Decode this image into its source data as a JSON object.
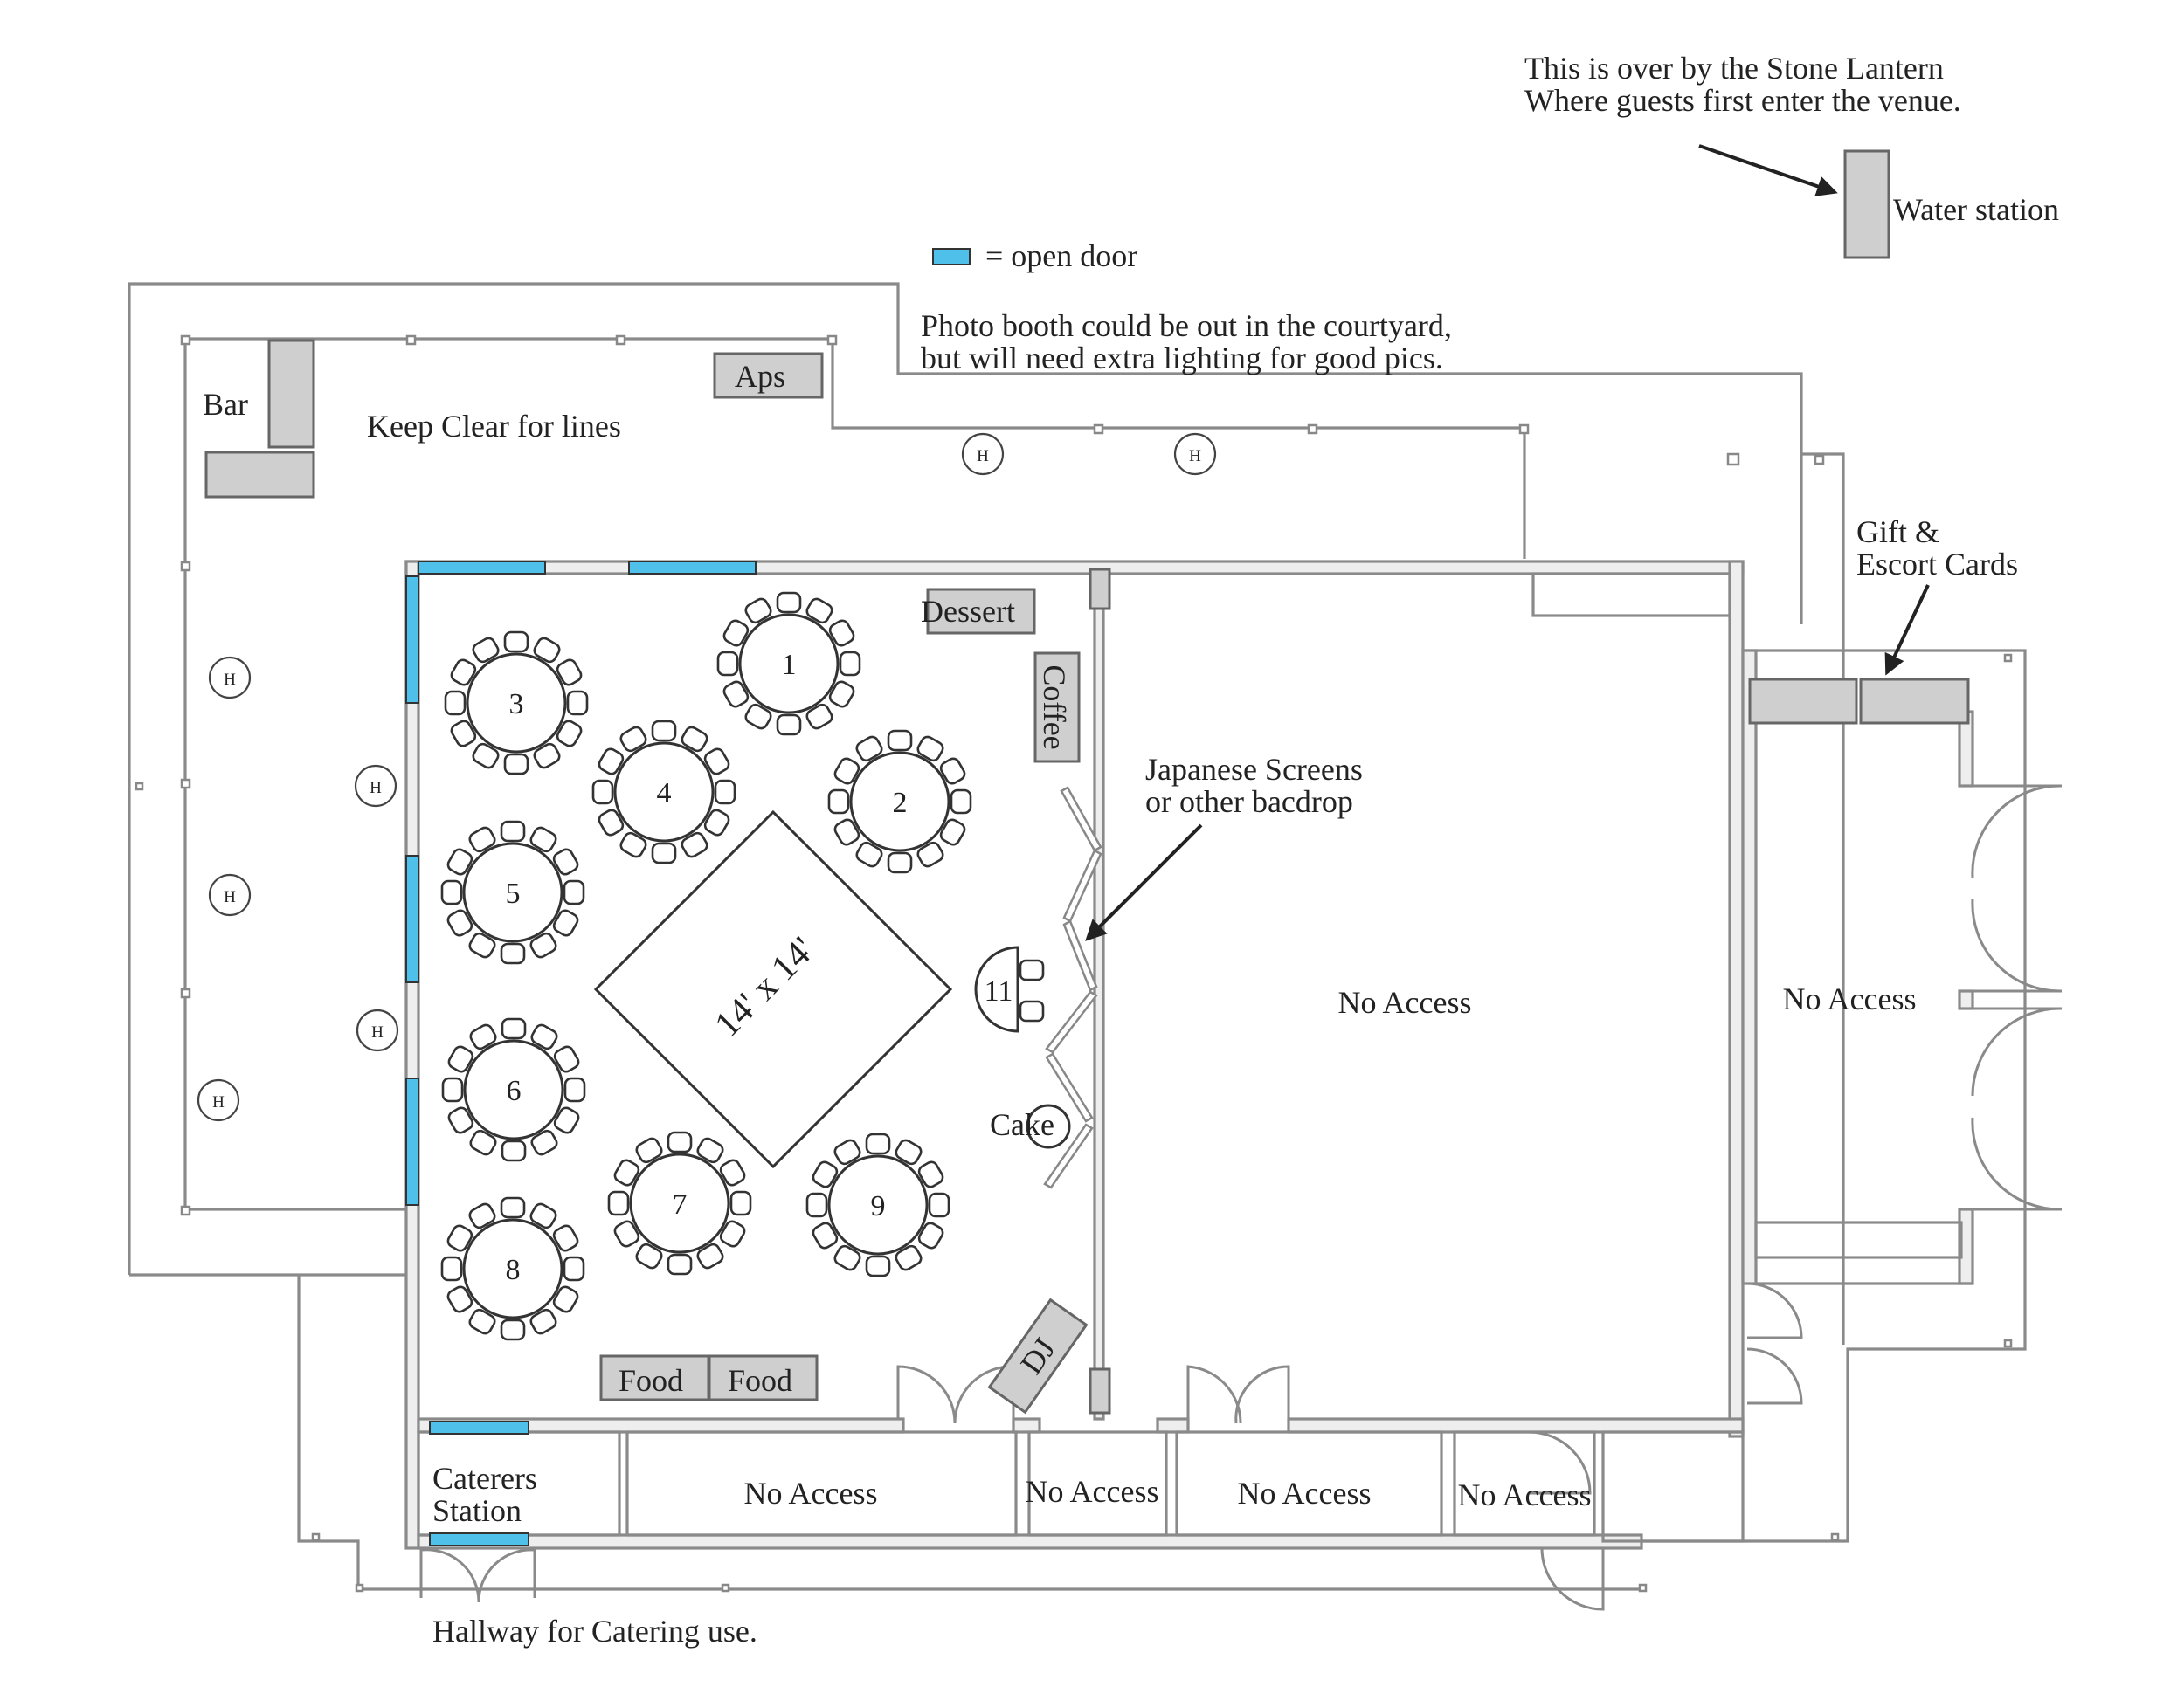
{
  "notes": {
    "lantern_line1": "This is over by the Stone Lantern",
    "lantern_line2": "Where guests first enter the venue.",
    "water_station": "Water station",
    "legend_open_door": "= open door",
    "photo_booth_line1": "Photo booth could be out in the courtyard,",
    "photo_booth_line2": "but will need extra lighting for good pics.",
    "keep_clear": "Keep Clear for lines",
    "gift_line1": "Gift &",
    "gift_line2": "Escort Cards",
    "screens_line1": "Japanese Screens",
    "screens_line2": "or other bacdrop",
    "hallway": "Hallway for Catering use."
  },
  "stations": {
    "bar": "Bar",
    "aps": "Aps",
    "dessert": "Dessert",
    "coffee": "Coffee",
    "cake": "Cake",
    "dj": "DJ",
    "food_1": "Food",
    "food_2": "Food",
    "caterers_line1": "Caterers",
    "caterers_line2": "Station"
  },
  "dance_floor": "14' x 14'",
  "heater_label": "H",
  "tables": [
    {
      "label": "1"
    },
    {
      "label": "2"
    },
    {
      "label": "3"
    },
    {
      "label": "4"
    },
    {
      "label": "5"
    },
    {
      "label": "6"
    },
    {
      "label": "7"
    },
    {
      "label": "8"
    },
    {
      "label": "9"
    },
    {
      "label": "11"
    }
  ],
  "no_access": {
    "main": "No Access",
    "east": "No Access",
    "south_1": "No Access",
    "south_2": "No Access",
    "south_3": "No Access",
    "south_4": "No Access"
  },
  "colors": {
    "open_door": "#4ec0ea",
    "station_fill": "#cfcfcf",
    "wall": "#8a8a8a"
  }
}
